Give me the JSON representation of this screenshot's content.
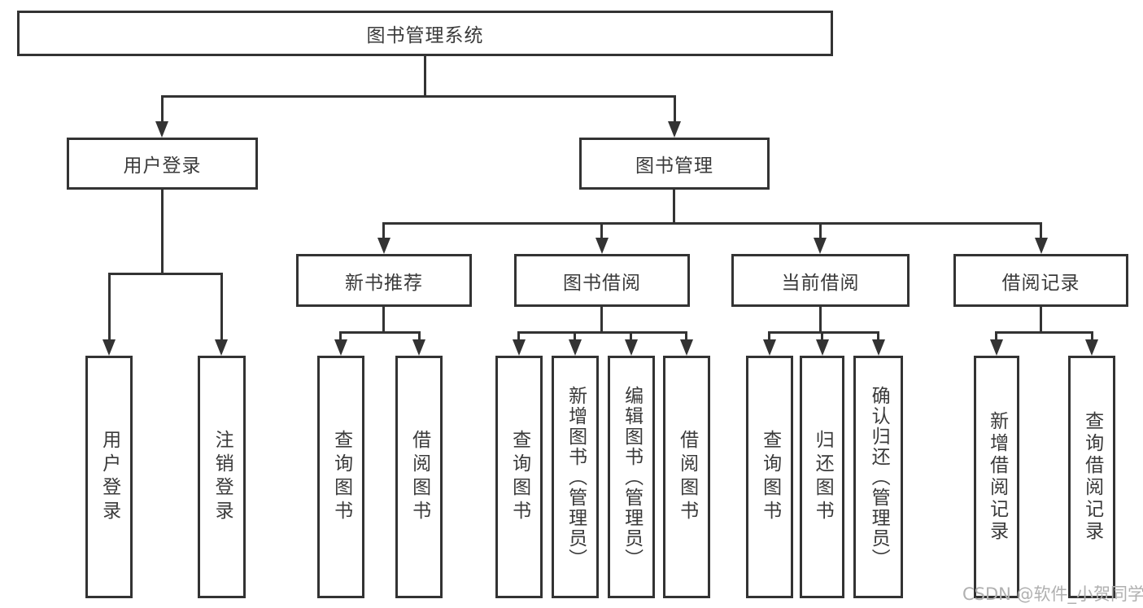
{
  "diagram": {
    "root": "图书管理系统",
    "branches": [
      {
        "label": "用户登录",
        "children": [
          "用户登录",
          "注销登录"
        ]
      },
      {
        "label": "图书管理",
        "children": [
          {
            "label": "新书推荐",
            "children": [
              "查询图书",
              "借阅图书"
            ]
          },
          {
            "label": "图书借阅",
            "children": [
              "查询图书",
              "新增图书（管理员）",
              "编辑图书（管理员）",
              "借阅图书"
            ]
          },
          {
            "label": "当前借阅",
            "children": [
              "查询图书",
              "归还图书",
              "确认归还（管理员）"
            ]
          },
          {
            "label": "借阅记录",
            "children": [
              "新增借阅记录",
              "查询借阅记录"
            ]
          }
        ]
      }
    ],
    "colors": {
      "line": "#333333",
      "text": "#3a3a3a",
      "watermark": "#b0b0b0",
      "background": "#ffffff"
    },
    "watermark": "CSDN @软件_小贺同学"
  }
}
